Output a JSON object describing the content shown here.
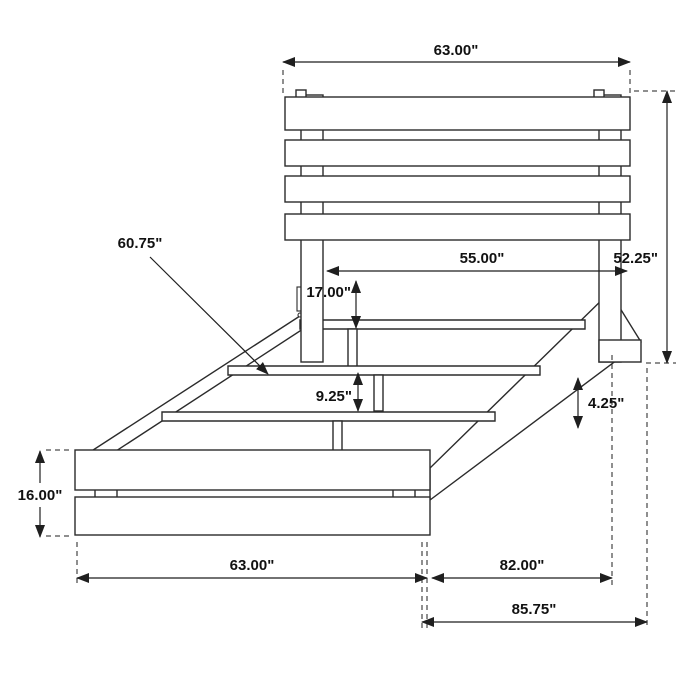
{
  "page": {
    "background": "#ffffff",
    "line_color": "#2b2b2b",
    "dimension_color": "#1f1f1f"
  },
  "diagram": {
    "type": "furniture-dimension-drawing",
    "subject": "platform bed frame with slatted headboard and footboard",
    "dimensions": {
      "headboard_width": "63.00\"",
      "headboard_height": "52.25\"",
      "slat_width": "60.75\"",
      "inner_width": "55.00\"",
      "headboard_leg_height": "17.00\"",
      "slat_support_height": "9.25\"",
      "rail_height": "4.25\"",
      "footboard_height": "16.00\"",
      "footboard_width": "63.00\"",
      "rail_length": "82.00\"",
      "overall_length": "85.75\""
    }
  }
}
